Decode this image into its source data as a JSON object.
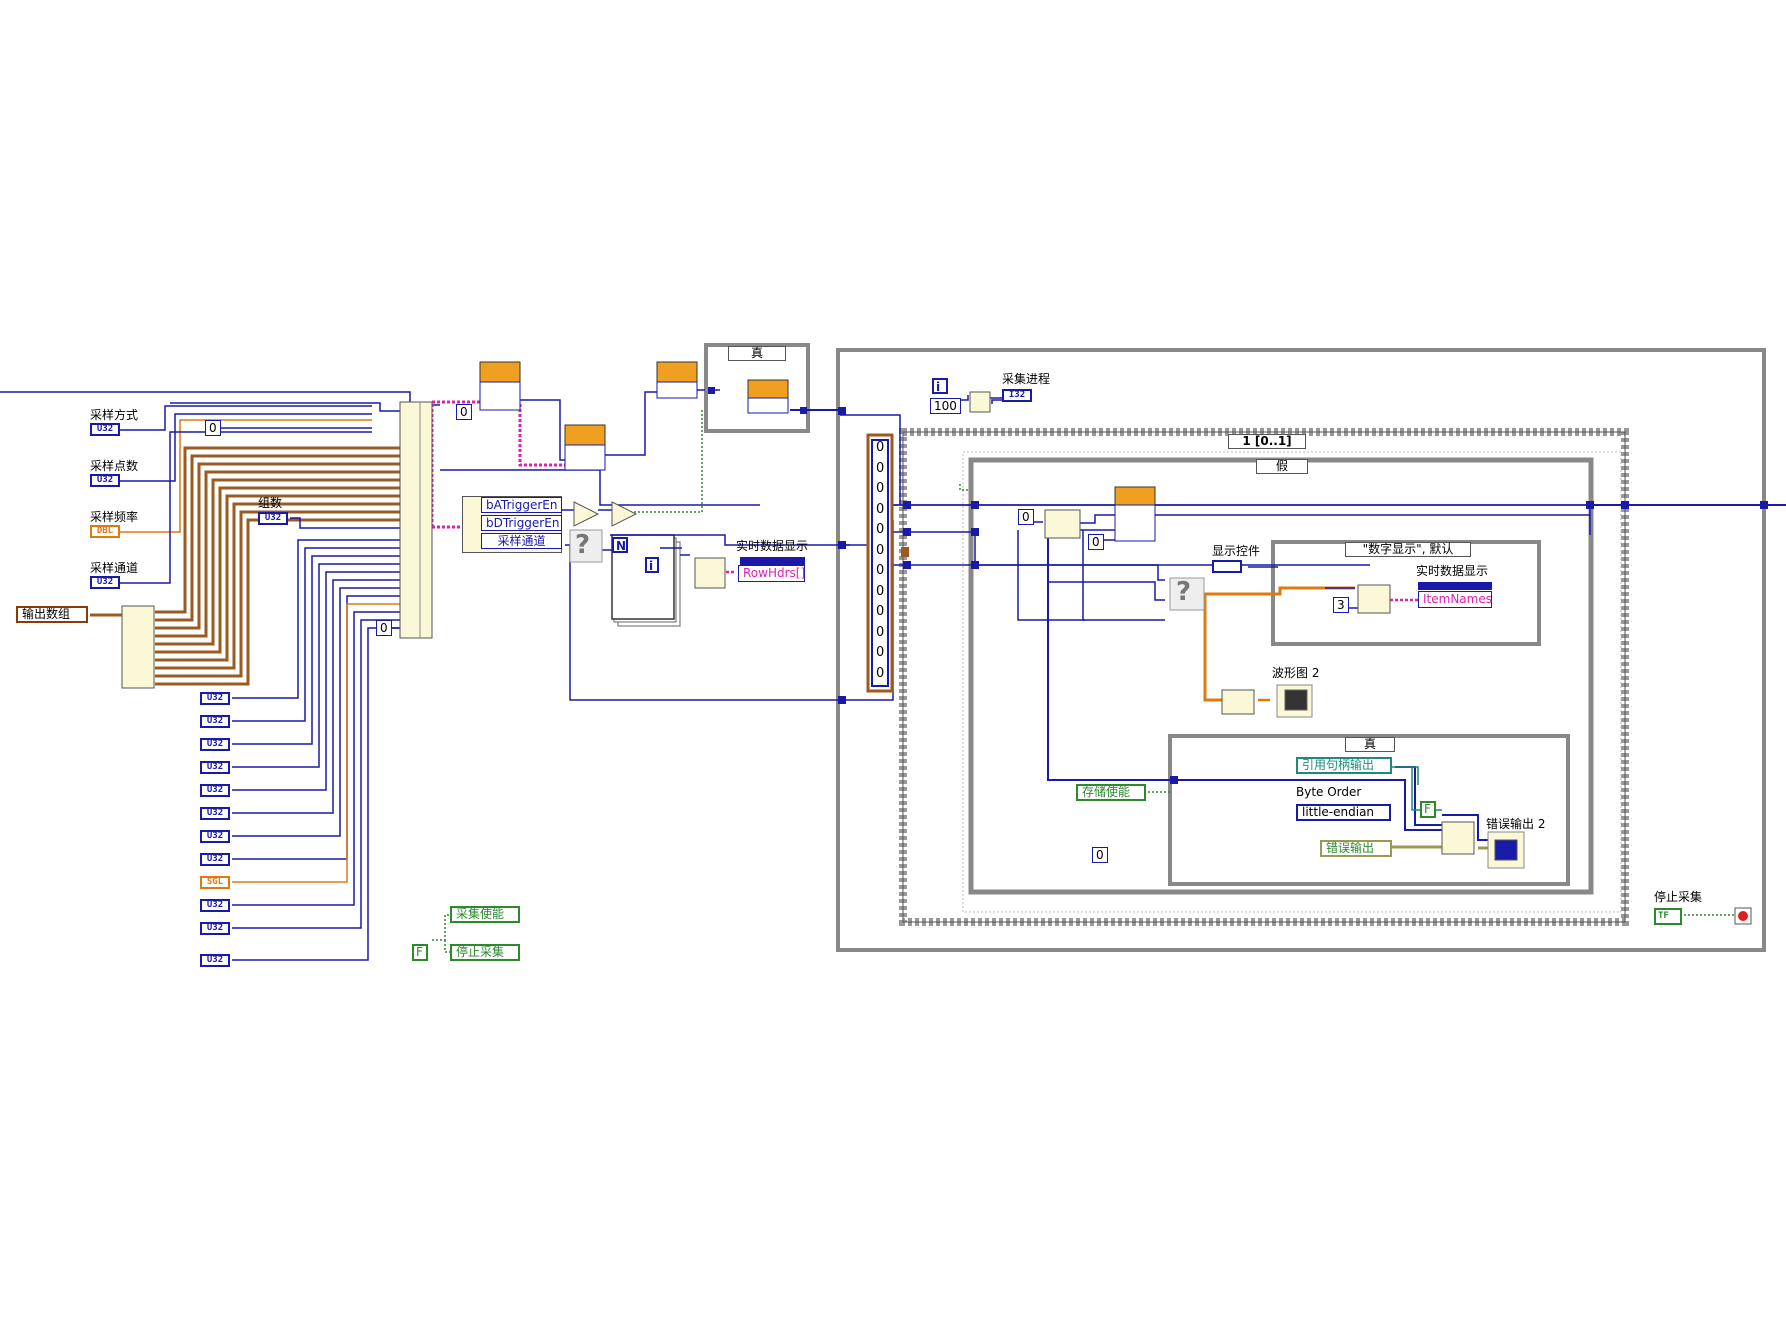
{
  "controls": {
    "sample_mode": {
      "label": "采样方式",
      "type": "U32"
    },
    "sample_points": {
      "label": "采样点数",
      "type": "U32"
    },
    "sample_rate": {
      "label": "采样频率",
      "type": "DBL"
    },
    "sample_channel": {
      "label": "采样通道",
      "type": "U32"
    },
    "group_count": {
      "label": "组数",
      "type": "U32"
    },
    "output_array": {
      "label": "输出数组"
    },
    "stop_indicator": {
      "label": "停止采集",
      "type": "TF"
    }
  },
  "const_terminals": [
    "U32",
    "U32",
    "U32",
    "U32",
    "U32",
    "U32",
    "U32",
    "U32",
    "SGL",
    "U32",
    "U32",
    "U32"
  ],
  "constants": {
    "zero": "0",
    "hundred": "100",
    "three": "3",
    "false": "F",
    "iter": "i",
    "count": "N",
    "question": "?",
    "stop_circle": "●"
  },
  "bundle": {
    "items": [
      "bATriggerEn",
      "bDTriggerEn",
      "采样通道"
    ]
  },
  "locals": {
    "acq_enable": "采集使能",
    "stop_acq": "停止采集",
    "store_enable": "存储使能",
    "ref_handle_out": "引用句柄输出",
    "error_out": "错误输出"
  },
  "indicators": {
    "realtime_display_1": "实时数据显示",
    "row_headers": "RowHdrs[]",
    "progress": {
      "label": "采集进程",
      "type": "I32"
    },
    "display_control": {
      "label": "显示控件"
    },
    "realtime_display_2": "实时数据显示",
    "item_names": "ItemNames",
    "waveform": "波形图 2",
    "error_out_2": "错误输出 2"
  },
  "structures": {
    "case_true_top": "真",
    "sequence_frame": "1 [0..1]",
    "case_false": "假",
    "case_display": "\"数字显示\", 默认",
    "case_true_bottom": "真"
  },
  "byte_order": {
    "label": "Byte Order",
    "value": "little-endian"
  },
  "cluster_array_values": [
    "0",
    "0",
    "0",
    "0",
    "0",
    "0",
    "0",
    "0",
    "0",
    "0",
    "0",
    "0"
  ],
  "small_const": "0",
  "colors": {
    "wire_blue": "#1a1aa8",
    "wire_orange": "#e07a10",
    "wire_pink": "#e020b0",
    "wire_brown": "#9b5a20",
    "wire_green": "#2b8a2b",
    "frame_gray": "#8a8a8a"
  }
}
